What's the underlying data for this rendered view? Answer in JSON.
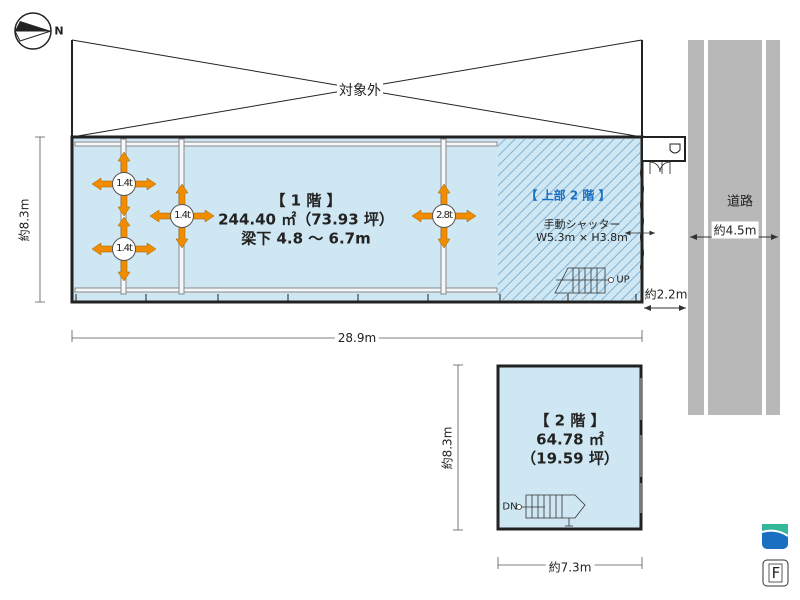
{
  "compass": {
    "label": "N"
  },
  "out_of_scope": {
    "label": "対象外"
  },
  "floor1": {
    "title": "【 1 階 】",
    "area": "244.40 ㎡（73.93 坪）",
    "clearance": "梁下 4.8 ～ 6.7m"
  },
  "upper": {
    "title": "【 上部 2 階 】",
    "shutter_name": "手動シャッター",
    "shutter_size": "W5.3m × H3.8m",
    "stairs": "UP"
  },
  "hoists": [
    "1.4t",
    "1.4t",
    "1.4t",
    "2.8t"
  ],
  "road": {
    "label": "道路",
    "width": "約4.5m"
  },
  "dims": {
    "depth1": "約8.3m",
    "width1": "28.9m",
    "setback": "約2.2m",
    "depth2": "約8.3m",
    "width2": "約7.3m"
  },
  "floor2": {
    "title": "【 2 階 】",
    "area": "64.78 ㎡",
    "tsubo": "（19.59 坪）",
    "stairs": "DN"
  },
  "icons": {
    "logo": "company-logo",
    "file": "F"
  },
  "colors": {
    "floor": "#cfe7f2",
    "hatch": "#7fb3d8",
    "arrow": "#f08c00",
    "road": "#b8b8b8",
    "accent": "#1a6fc0"
  }
}
